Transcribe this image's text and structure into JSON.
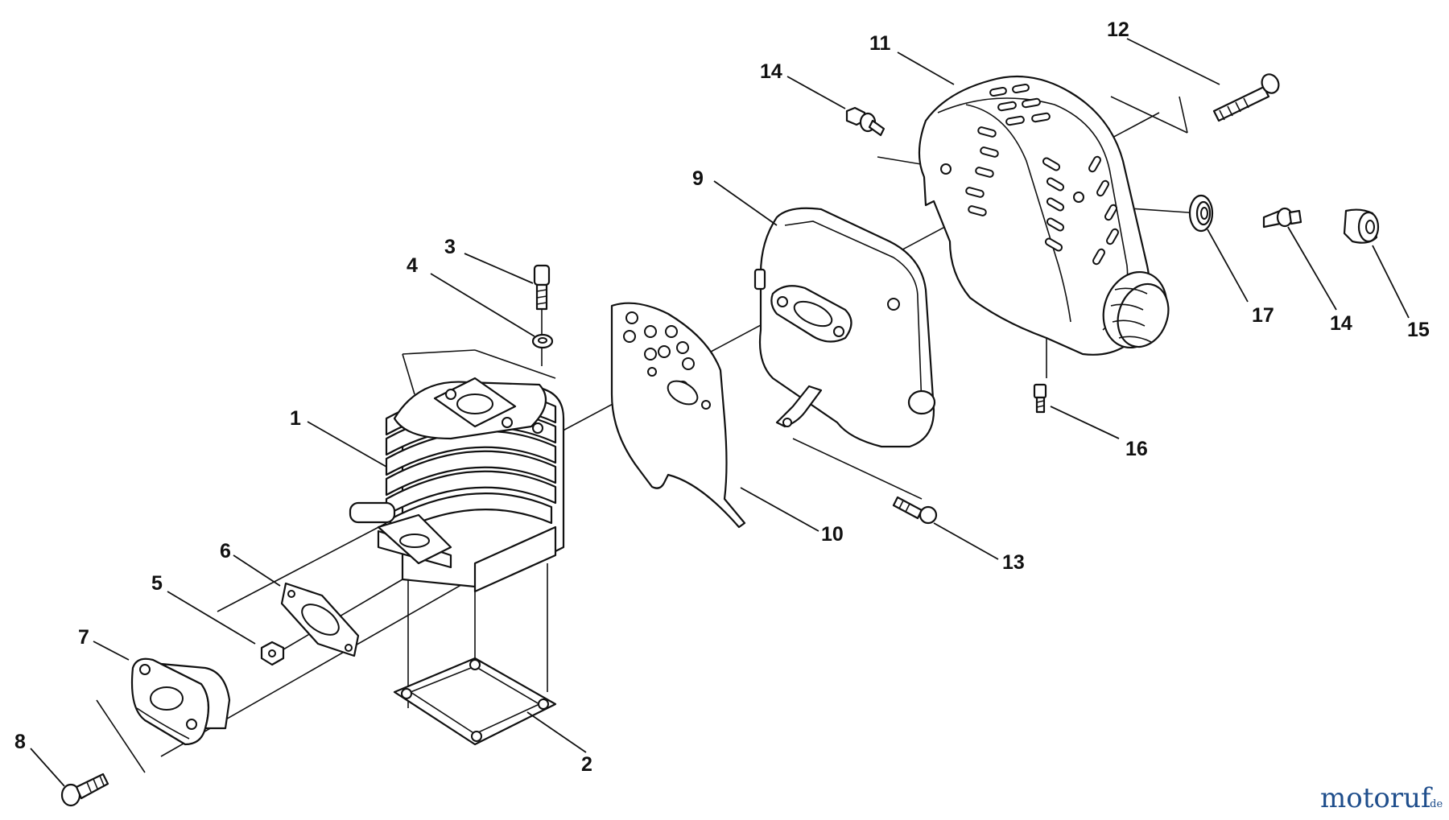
{
  "callouts": [
    {
      "id": "1",
      "label": "1"
    },
    {
      "id": "2",
      "label": "2"
    },
    {
      "id": "3",
      "label": "3"
    },
    {
      "id": "4",
      "label": "4"
    },
    {
      "id": "5",
      "label": "5"
    },
    {
      "id": "6",
      "label": "6"
    },
    {
      "id": "7",
      "label": "7"
    },
    {
      "id": "8",
      "label": "8"
    },
    {
      "id": "9",
      "label": "9"
    },
    {
      "id": "10",
      "label": "10"
    },
    {
      "id": "11",
      "label": "11"
    },
    {
      "id": "12",
      "label": "12"
    },
    {
      "id": "13",
      "label": "13"
    },
    {
      "id": "14a",
      "label": "14"
    },
    {
      "id": "14b",
      "label": "14"
    },
    {
      "id": "15",
      "label": "15"
    },
    {
      "id": "16",
      "label": "16"
    },
    {
      "id": "17",
      "label": "17"
    }
  ],
  "watermark": {
    "brand": "motoruf",
    "tld": ".de"
  },
  "colors": {
    "line": "#111111",
    "background": "#ffffff",
    "watermark": "#1f4e8c"
  }
}
